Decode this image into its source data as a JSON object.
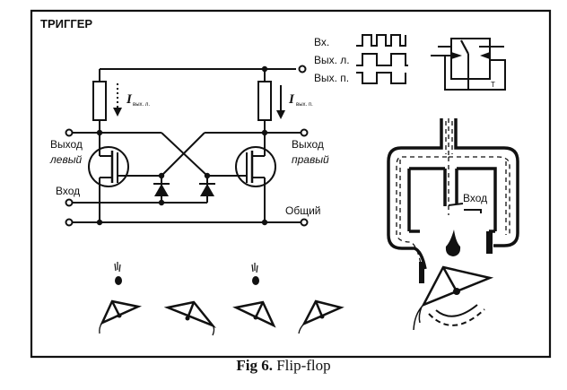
{
  "panel_title": "ТРИГГЕР",
  "circuit": {
    "current_left": {
      "symbol": "I",
      "subscript": "вых. л."
    },
    "current_right": {
      "symbol": "I",
      "subscript": "вых. п."
    },
    "output_left": {
      "line1": "Выход",
      "line2": "левый"
    },
    "output_right": {
      "line1": "Выход",
      "line2": "правый"
    },
    "input_label": "Вход",
    "common_label": "Общий"
  },
  "timing": {
    "rows": [
      {
        "label": "Вх."
      },
      {
        "label": "Вых. л."
      },
      {
        "label": "Вых. п."
      }
    ]
  },
  "symbol": {
    "label": "T"
  },
  "fluidic": {
    "input_label": "Вход"
  },
  "caption": {
    "prefix": "Fig 6.",
    "text": "Flip-flop"
  }
}
